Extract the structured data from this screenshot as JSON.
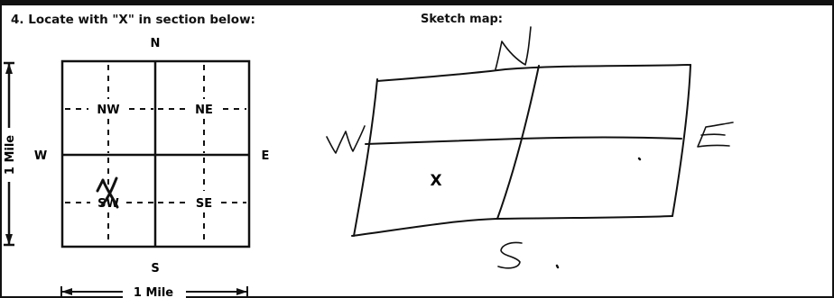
{
  "form": {
    "prompt": "4. Locate with \"X\" in section below:",
    "sketch_title": "Sketch map:"
  },
  "section_grid": {
    "north": "N",
    "south": "S",
    "west": "W",
    "east": "E",
    "quarters": {
      "nw": "NW",
      "ne": "NE",
      "sw": "SW",
      "se": "SE"
    },
    "vertical_scale": "1 Mile",
    "horizontal_scale": "1 Mile",
    "marked_quarter": "SW"
  },
  "sketch_map": {
    "north": "N",
    "south": "S.",
    "west": "W",
    "east": "E",
    "mark": "X"
  }
}
